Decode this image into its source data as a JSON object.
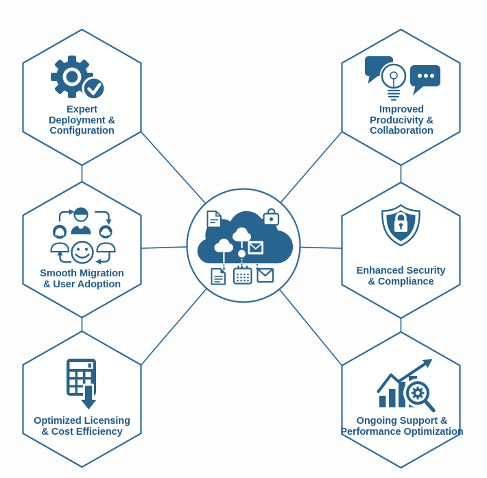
{
  "diagram": {
    "type": "hub-and-spoke-hexagon-infographic",
    "colors": {
      "accent": "#27648f",
      "outline": "#2b6a9d",
      "text": "#1e5a8d",
      "background": "#fdfdfe"
    },
    "center": {
      "icon": "cloud-sync-icon",
      "satellite_icons": [
        "document-icon",
        "camera-icon",
        "document-icon",
        "calendar-icon",
        "envelope-icon"
      ]
    },
    "nodes": [
      {
        "id": "expert-deployment",
        "position": "top-left",
        "icon": "gear-check-icon",
        "label": "Expert\nDeployment &\nConfiguration"
      },
      {
        "id": "improved-productivity",
        "position": "top-right",
        "icon": "chat-lightbulb-icon",
        "label": "Improved\nProducivity &\nCollaboration"
      },
      {
        "id": "smooth-migration",
        "position": "middle-left",
        "icon": "users-sync-icon",
        "label": "Smooth Migration\n& User Adoption"
      },
      {
        "id": "enhanced-security",
        "position": "middle-right",
        "icon": "shield-lock-icon",
        "label": "Enhanced Security\n& Compliance"
      },
      {
        "id": "optimized-licensing",
        "position": "bottom-left",
        "icon": "calculator-arrow-icon",
        "label": "Optimized Licensing\n& Cost Efficiency"
      },
      {
        "id": "ongoing-support",
        "position": "bottom-right",
        "icon": "chart-magnifier-icon",
        "label": "Ongoing Support &\nPerformance Optimization"
      }
    ]
  }
}
